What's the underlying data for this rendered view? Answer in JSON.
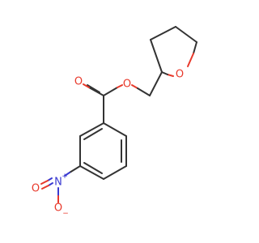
{
  "atoms": {
    "ring_oxygen": "O",
    "ester_single_oxygen": "O",
    "carbonyl_oxygen": "O",
    "nitro_nitrogen": "N",
    "nitro_oxygen_left": "O",
    "nitro_oxygen_bottom": "O"
  },
  "charges": {
    "nitro_nitrogen": "+",
    "nitro_oxygen_bottom": "−"
  },
  "colors": {
    "bond": "#333333",
    "oxygen": "#e8392b",
    "nitrogen": "#3a3ad1"
  }
}
